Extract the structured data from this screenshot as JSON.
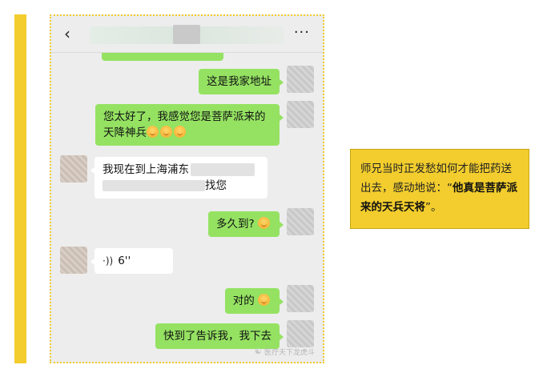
{
  "nav": {
    "back_icon": "‹",
    "more_icon": "···"
  },
  "messages": [
    {
      "id": "m1",
      "side": "me",
      "text": "这是我家地址"
    },
    {
      "id": "m2",
      "side": "me",
      "line1": "您太好了，我感觉您是菩萨派来的",
      "line2": "天降神兵",
      "emoji_count": 3
    },
    {
      "id": "m3",
      "side": "them",
      "line1": "我现在到上海浦东",
      "line2_suffix": "找您"
    },
    {
      "id": "m4",
      "side": "me",
      "text": "多久到?",
      "emoji_count": 1
    },
    {
      "id": "m5",
      "side": "them",
      "voice_icon": "·))",
      "duration": "6''"
    },
    {
      "id": "m6",
      "side": "me",
      "text": "对的",
      "emoji_count": 1
    },
    {
      "id": "m7",
      "side": "me",
      "text": "快到了告诉我，我下去"
    }
  ],
  "watermark": {
    "icon": "☯",
    "text": "医疗天下龙虎斗"
  },
  "callout": {
    "text_before": "师兄当时正发愁如何才能把药送出去，感动地说：“",
    "bold_text": "他真是菩萨派来的天兵天将",
    "text_after": "”。"
  },
  "colors": {
    "accent": "#f2cd2d",
    "my_bubble": "#95e262",
    "their_bubble": "#ffffff",
    "chat_bg": "#ededed"
  }
}
